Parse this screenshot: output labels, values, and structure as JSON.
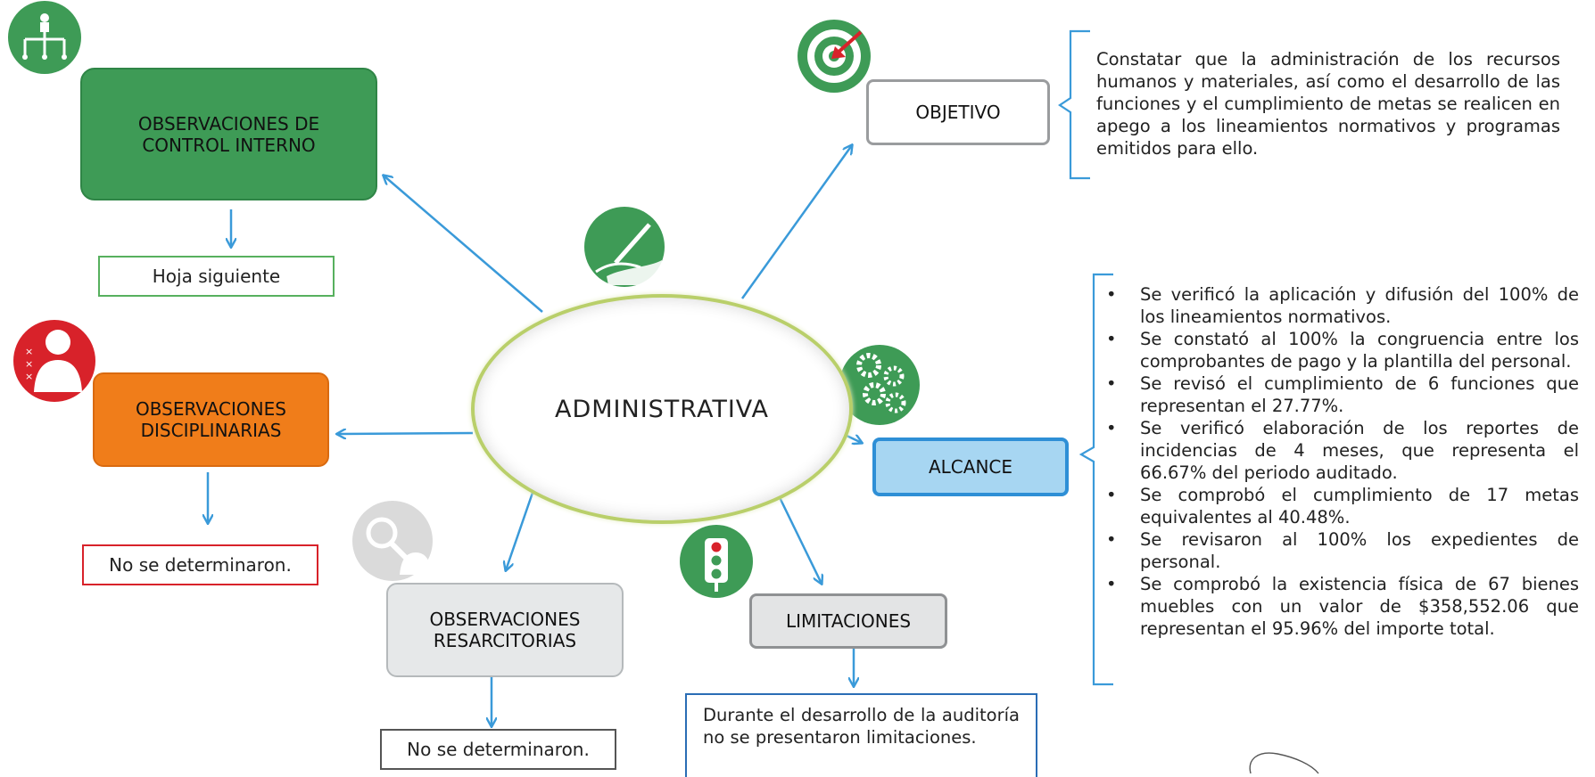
{
  "center": "ADMINISTRATIVA",
  "nodes": {
    "control_interno": "OBSERVACIONES DE CONTROL INTERNO",
    "control_interno_result": "Hoja siguiente",
    "disciplinarias": "OBSERVACIONES DISCIPLINARIAS",
    "disciplinarias_result": "No se determinaron.",
    "resarcitorias": "OBSERVACIONES RESARCITORIAS",
    "resarcitorias_result": "No se determinaron.",
    "limitaciones": "LIMITACIONES",
    "limitaciones_result": "Durante el desarrollo de la auditoría no se presentaron limitaciones.",
    "objetivo": "OBJETIVO",
    "objetivo_text": "Constatar que la administración de los recursos humanos y materiales, así como el desarrollo de las funciones y el cumplimiento de metas se realicen en apego a los lineamientos normativos y programas emitidos para ello.",
    "alcance": "ALCANCE"
  },
  "alcance_items": [
    "Se verificó la aplicación y difusión del 100% de los lineamientos normativos.",
    "Se constató al 100% la congruencia entre los comprobantes de pago y la plantilla del personal.",
    "Se revisó el cumplimiento de 6 funciones que representan el 27.77%.",
    "Se verificó elaboración de los reportes de incidencias de 4 meses, que representa el 66.67% del periodo auditado.",
    "Se comprobó el cumplimiento de 17 metas equivalentes al 40.48%.",
    "Se revisaron al 100% los expedientes de personal.",
    "Se comprobó la existencia física de 67 bienes muebles con un valor de $358,552.06 que representan el 95.96% del importe total."
  ],
  "bullet_char": "•",
  "colors": {
    "arrow": "#3a9ad9",
    "green_box": "#3e9b56",
    "orange_box": "#f07d1a",
    "gray_box": "#e6e8e9",
    "alcance_box": "#a7d6f2",
    "alcance_border": "#2e8fd6",
    "red_border": "#d8222a",
    "green_border": "#57b05e",
    "limit_border": "#2a6db5",
    "ellipse_border": "#b9cf6a"
  },
  "icons": [
    "org-chart-icon",
    "target-icon",
    "writing-hand-icon",
    "gears-icon",
    "person-cross-icon",
    "magnifier-person-icon",
    "traffic-light-icon"
  ]
}
